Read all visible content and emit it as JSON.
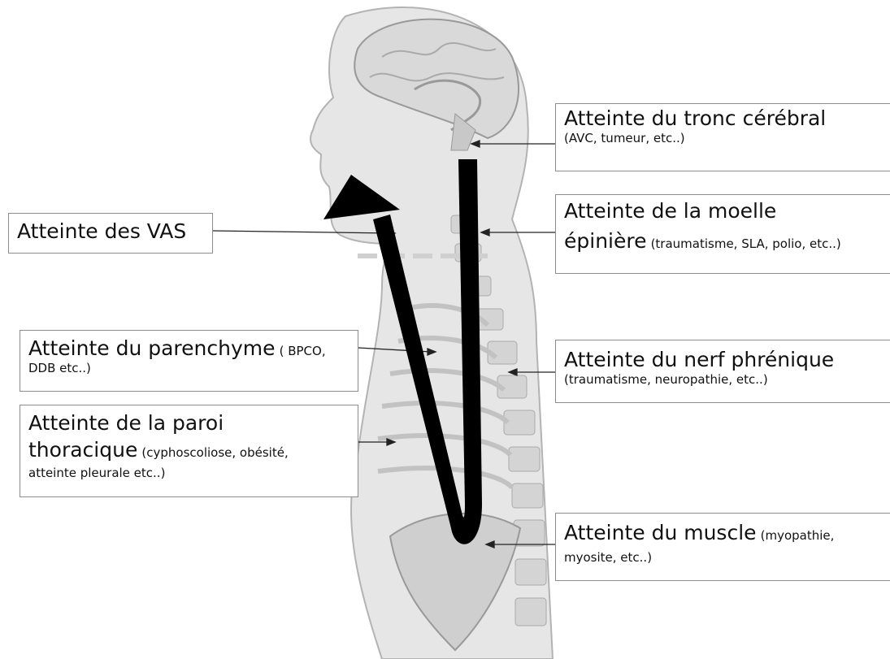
{
  "labels": {
    "vas": {
      "title": "Atteinte des VAS"
    },
    "tronc": {
      "title": "Atteinte du tronc cérébral",
      "detail": "(AVC, tumeur, etc..)"
    },
    "moelle": {
      "title_line1": "Atteinte de la moelle",
      "title_line2": "épinière",
      "detail": "(traumatisme, SLA, polio, etc..)"
    },
    "parenchyme": {
      "title": "Atteinte du parenchyme",
      "detail_inline": "( BPCO,",
      "detail_line2": "DDB etc..)"
    },
    "phrenique": {
      "title": "Atteinte du nerf phrénique",
      "detail": "(traumatisme, neuropathie, etc..)"
    },
    "paroi": {
      "title_line1": "Atteinte de la paroi",
      "title_line2": "thoracique",
      "detail_inline": "(cyphoscoliose, obésité,",
      "detail_line3": "atteinte pleurale etc..)"
    },
    "muscle": {
      "title": "Atteinte du muscle",
      "detail_inline": "(myopathie,",
      "detail_line2": "myosite, etc..)"
    }
  },
  "colors": {
    "background": "#ffffff",
    "anatomy_fill": "#e6e6e6",
    "anatomy_outline": "#b3b3b3",
    "arrow": "#000000",
    "box_border": "#8c8c8c"
  }
}
